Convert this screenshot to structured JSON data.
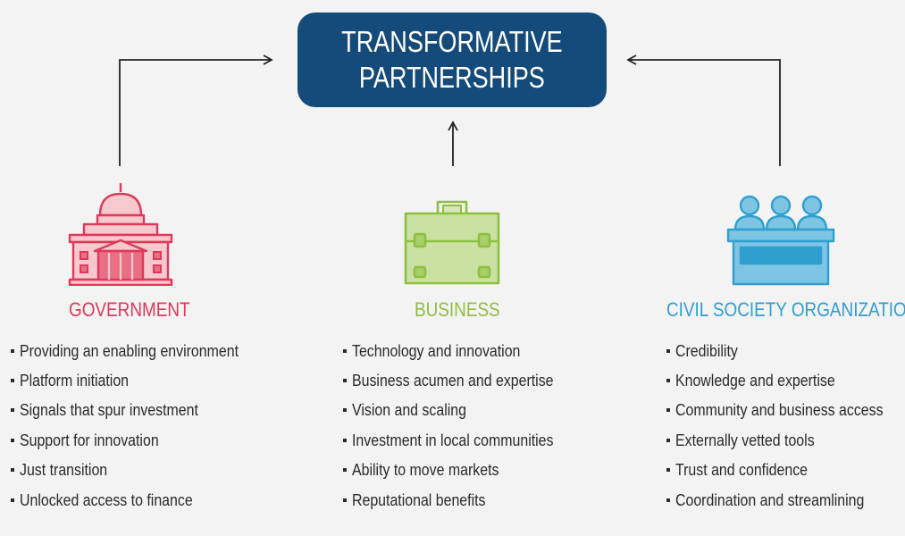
{
  "title": {
    "line1": "TRANSFORMATIVE",
    "line2": "PARTNERSHIPS",
    "color": "#154b7a"
  },
  "columns": [
    {
      "key": "government",
      "title": "GOVERNMENT",
      "color": "#e0385a",
      "icon": "government-building-icon",
      "items": [
        "Providing an enabling environment",
        "Platform initiation",
        "Signals that spur investment",
        "Support for innovation",
        "Just transition",
        "Unlocked access to finance"
      ]
    },
    {
      "key": "business",
      "title": "BUSINESS",
      "color": "#8fbf3f",
      "icon": "briefcase-icon",
      "items": [
        "Technology and innovation",
        "Business acumen and expertise",
        "Vision and scaling",
        "Investment in local communities",
        "Ability to move markets",
        "Reputational benefits"
      ]
    },
    {
      "key": "civil",
      "title": "CIVIL SOCIETY ORGANIZATIONS",
      "color": "#2f9fcf",
      "icon": "people-at-desk-icon",
      "items": [
        "Credibility",
        "Knowledge and expertise",
        "Community and business access",
        "Externally vetted tools",
        "Trust and confidence",
        "Coordination and streamlining"
      ]
    }
  ]
}
